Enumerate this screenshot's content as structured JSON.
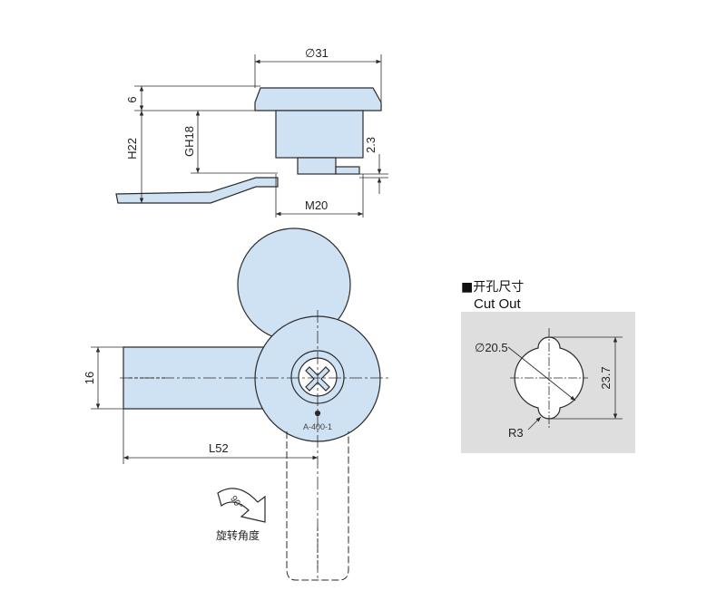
{
  "colors": {
    "part_fill": "#cfe2f3",
    "line": "#2b2b2b",
    "cutout_bg": "#dedede",
    "cutout_hole": "#ffffff"
  },
  "side_view": {
    "dim_diameter_top": "∅31",
    "dim_height_cap": "6",
    "dim_total_height": "H22",
    "dim_grip": "GH18",
    "dim_cam_offset": "2.3",
    "dim_thread": "M20"
  },
  "front_view": {
    "dim_cam_width": "16",
    "dim_length": "L52",
    "engraving": "A-400-1"
  },
  "rotation": {
    "angle_label": "90°",
    "caption": "旋转角度"
  },
  "cutout": {
    "title_cn": "■开孔尺寸",
    "title_en": "Cut Out",
    "dim_diameter": "∅20.5",
    "dim_height": "23.7",
    "dim_radius": "R3"
  }
}
